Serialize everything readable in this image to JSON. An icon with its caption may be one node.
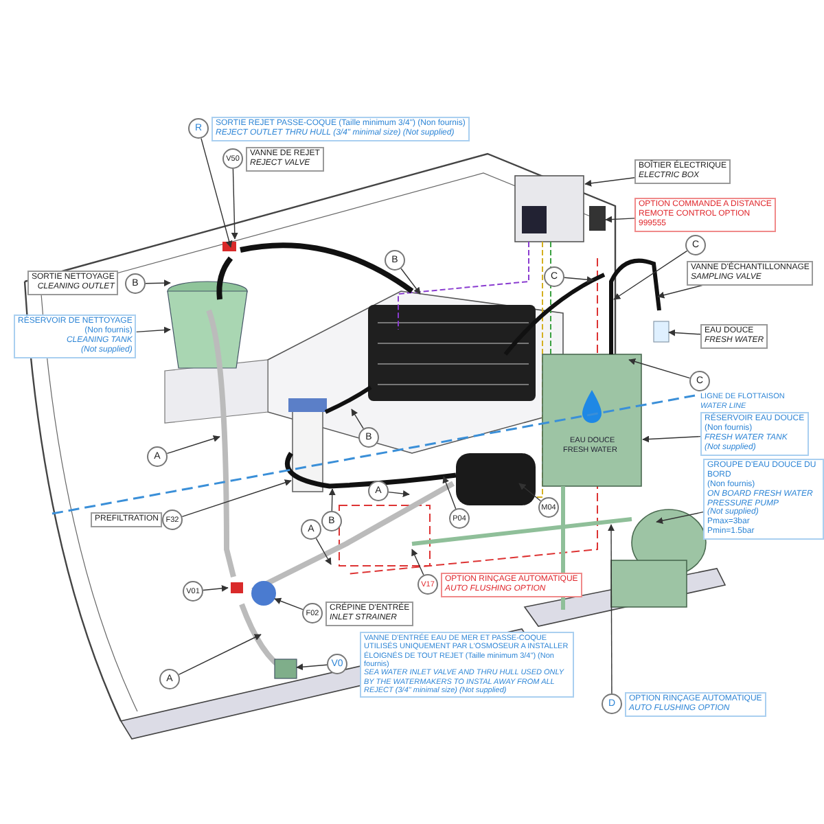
{
  "diagram": {
    "nodes": [
      {
        "text": [
          "R"
        ]
      },
      {
        "text": [
          "SORTIE REJET PASSE-COQUE (Taille minimum 3/4\") (Non fournis)",
          "REJECT OUTLET THRU HULL (3/4\" minimal size) (Not supplied)"
        ]
      },
      {
        "text": [
          "V50"
        ]
      },
      {
        "text": [
          "VANNE DE REJET",
          "REJECT VALVE"
        ]
      },
      {
        "text": [
          "BOÎTIER ÉLECTRIQUE",
          "ELECTRIC BOX"
        ]
      },
      {
        "text": [
          "OPTION COMMANDE A DISTANCE",
          "REMOTE CONTROL OPTION",
          "999555"
        ]
      },
      {
        "text": [
          "SORTIE NETTOYAGE",
          "CLEANING OUTLET"
        ]
      },
      {
        "text": [
          "B"
        ]
      },
      {
        "text": [
          "B"
        ]
      },
      {
        "text": [
          "C"
        ]
      },
      {
        "text": [
          "C"
        ]
      },
      {
        "text": [
          "VANNE D'ÉCHANTILLONNAGE",
          "SAMPLING VALVE"
        ]
      },
      {
        "text": [
          "EAU DOUCE",
          "FRESH WATER"
        ]
      },
      {
        "text": [
          "C"
        ]
      },
      {
        "text": [
          "RÉSERVOIR DE NETTOYAGE",
          "(Non fournis)",
          "CLEANING TANK",
          "(Not supplied)"
        ]
      },
      {
        "text": [
          "RÉSERVOIR EAU DOUCE",
          "(Non fournis)",
          "FRESH WATER TANK",
          "(Not supplied)"
        ]
      },
      {
        "text": [
          "GROUPE D'EAU DOUCE DU BORD",
          "(Non fournis)",
          "ON BOARD FRESH WATER PRESSURE PUMP",
          "(Not supplied)",
          "Pmax=3bar",
          "Pmin=1.5bar"
        ]
      },
      {
        "text": [
          "A"
        ]
      },
      {
        "text": [
          "B"
        ]
      },
      {
        "text": [
          "B"
        ]
      },
      {
        "text": [
          "A"
        ]
      },
      {
        "text": [
          "P04"
        ]
      },
      {
        "text": [
          "M04"
        ]
      },
      {
        "text": [
          "PREFILTRATION"
        ]
      },
      {
        "text": [
          "F32"
        ]
      },
      {
        "text": [
          "A"
        ]
      },
      {
        "text": [
          "V01"
        ]
      },
      {
        "text": [
          "F02"
        ]
      },
      {
        "text": [
          "CRÉPINE D'ENTRÉE",
          "INLET STRAINER"
        ]
      },
      {
        "text": [
          "V17"
        ]
      },
      {
        "text": [
          "OPTION RINÇAGE AUTOMATIQUE",
          "AUTO FLUSHING OPTION"
        ]
      },
      {
        "text": [
          "V0"
        ]
      },
      {
        "text": [
          "VANNE D'ENTRÉE EAU DE MER ET PASSE-COQUE UTILISÉS UNIQUEMENT PAR L'OSMOSEUR A INSTALLER ÉLOIGNÉS DE TOUT REJET (Taille minimum 3/4\") (Non fournis)",
          "SEA WATER INLET VALVE AND THRU HULL USED ONLY BY THE WATERMAKERS TO INSTAL AWAY FROM ALL REJECT (3/4\" minimal size) (Not supplied)"
        ]
      },
      {
        "text": [
          "A"
        ]
      },
      {
        "text": [
          "D"
        ]
      },
      {
        "text": [
          "OPTION RINÇAGE AUTOMATIQUE",
          "AUTO FLUSHING OPTION"
        ]
      }
    ],
    "edges": [
      {
        "from": 0,
        "to": null,
        "arrow": "to"
      },
      {
        "from": 2,
        "to": null,
        "arrow": "to"
      },
      {
        "from": 4,
        "to": null,
        "arrow": "to"
      },
      {
        "from": 5,
        "to": null,
        "arrow": "to"
      },
      {
        "from": 7,
        "to": null,
        "arrow": "to"
      },
      {
        "from": 8,
        "to": null,
        "arrow": "to"
      },
      {
        "from": 9,
        "to": null,
        "arrow": "to"
      },
      {
        "from": 10,
        "to": null,
        "arrow": "to"
      },
      {
        "from": 11,
        "to": null,
        "arrow": "to"
      },
      {
        "from": 12,
        "to": null,
        "arrow": "to"
      },
      {
        "from": 13,
        "to": null,
        "arrow": "to"
      },
      {
        "from": 14,
        "to": null,
        "arrow": "to"
      },
      {
        "from": 15,
        "to": null,
        "arrow": "to"
      },
      {
        "from": 16,
        "to": null,
        "arrow": "to"
      },
      {
        "from": 17,
        "to": null,
        "arrow": "to"
      },
      {
        "from": 18,
        "to": null,
        "arrow": "to"
      },
      {
        "from": 19,
        "to": null,
        "arrow": "to"
      },
      {
        "from": 20,
        "to": null,
        "arrow": "to"
      },
      {
        "from": 21,
        "to": null,
        "arrow": "to"
      },
      {
        "from": 22,
        "to": null,
        "arrow": "to"
      },
      {
        "from": 24,
        "to": null,
        "arrow": "to"
      },
      {
        "from": 25,
        "to": null,
        "arrow": "to"
      },
      {
        "from": 26,
        "to": null,
        "arrow": "to"
      },
      {
        "from": 27,
        "to": null,
        "arrow": "to"
      },
      {
        "from": 29,
        "to": null,
        "arrow": "to"
      },
      {
        "from": 31,
        "to": null,
        "arrow": "to"
      },
      {
        "from": 33,
        "to": null,
        "arrow": "to"
      },
      {
        "from": 34,
        "to": null,
        "arrow": "to"
      }
    ],
    "labels": [
      "LIGNE DE FLOTTAISON",
      "WATER LINE",
      "EAU DOUCE",
      "FRESH WATER"
    ]
  }
}
